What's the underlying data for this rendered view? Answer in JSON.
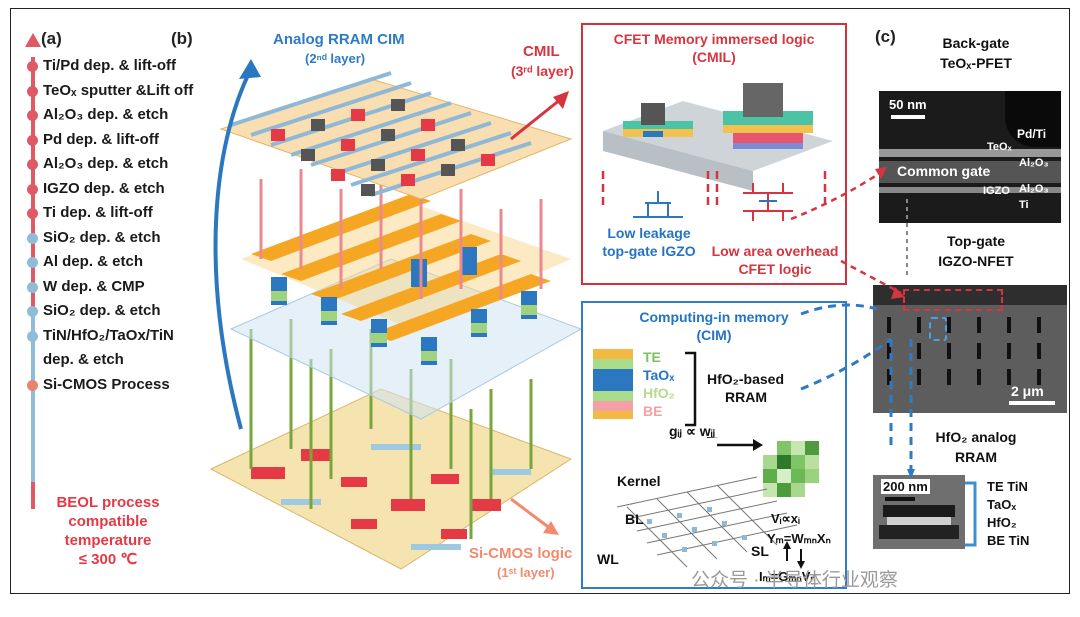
{
  "panel_labels": {
    "a": "(a)",
    "b": "(b)",
    "c": "(c)"
  },
  "process_steps": [
    {
      "text": "Ti/Pd dep. & lift-off",
      "dot": "#e05a66"
    },
    {
      "text": "TeOₓ sputter &Lift off",
      "dot": "#e05a66"
    },
    {
      "text": "Al₂O₃ dep. & etch",
      "dot": "#e05a66"
    },
    {
      "text": "Pd dep. & lift-off",
      "dot": "#e05a66"
    },
    {
      "text": "Al₂O₃ dep. & etch",
      "dot": "#e05a66"
    },
    {
      "text": "IGZO dep. & etch",
      "dot": "#e05a66"
    },
    {
      "text": "Ti dep. & lift-off",
      "dot": "#e05a66"
    },
    {
      "text": "SiO₂ dep. & etch",
      "dot": "#8fbdd9"
    },
    {
      "text": "Al dep. & etch",
      "dot": "#8fbdd9"
    },
    {
      "text": "W dep. & CMP",
      "dot": "#8fbdd9"
    },
    {
      "text": "SiO₂ dep. & etch",
      "dot": "#8fbdd9"
    },
    {
      "text": "TiN/HfO₂/TaOx/TiN",
      "dot": "#8fbdd9"
    },
    {
      "text": "dep. & etch",
      "dot": ""
    },
    {
      "text": "Si-CMOS Process",
      "dot": "#e8846d"
    }
  ],
  "beol_note": [
    "BEOL process",
    "compatible",
    "temperature",
    "≤ 300 ℃"
  ],
  "layers": {
    "rram_title": "Analog RRAM CIM",
    "rram_sub": "(2ⁿᵈ layer)",
    "cmil_title": "CMIL",
    "cmil_sub": "(3ʳᵈ layer)",
    "cmos_title": "Si-CMOS logic",
    "cmos_sub": "(1ˢᵗ layer)"
  },
  "cmil_box": {
    "title1": "CFET Memory immersed logic",
    "title2": "(CMIL)",
    "left1": "Low leakage",
    "left2": "top-gate IGZO",
    "right1": "Low area overhead",
    "right2": "CFET logic"
  },
  "cim_box": {
    "title1": "Computing-in memory",
    "title2": "(CIM)",
    "stack": [
      "TE",
      "TaOₓ",
      "HfO₂",
      "BE"
    ],
    "rram1": "HfO₂-based",
    "rram2": "RRAM",
    "formula": "gᵢⱼ ∝ wᵢⱼ",
    "kernel": "Kernel",
    "bl": "BL",
    "wl": "WL",
    "sl": "SL",
    "eq1": "Vᵢ∝xᵢ",
    "eq2": "Yₘ=WₘₙXₙ",
    "eq3": "Iₘ=GₘₙVₙ"
  },
  "sem": {
    "pfet_title1": "Back-gate",
    "pfet_title2": "TeOₓ-PFET",
    "scale1": "50 nm",
    "pdti": "Pd/Ti",
    "teox": "TeOₓ",
    "common_gate": "Common gate",
    "al2o3_a": "Al₂O₃",
    "igzo": "IGZO",
    "al2o3_b": "Al₂O₃",
    "ti": "Ti",
    "nfet_title1": "Top-gate",
    "nfet_title2": "IGZO-NFET",
    "scale2": "2 μm",
    "rram_title1": "HfO₂ analog",
    "rram_title2": "RRAM",
    "scale3": "200 nm",
    "legend": [
      "TE TiN",
      "TaOₓ",
      "HfO₂",
      "BE TiN"
    ]
  },
  "watermark": "公众号 · 半导体行业观察",
  "colors": {
    "red": "#d6353f",
    "blue": "#2e7bc4",
    "pink": "#e05a66",
    "light_blue": "#8fbdd9",
    "orange": "#f28b6e"
  }
}
